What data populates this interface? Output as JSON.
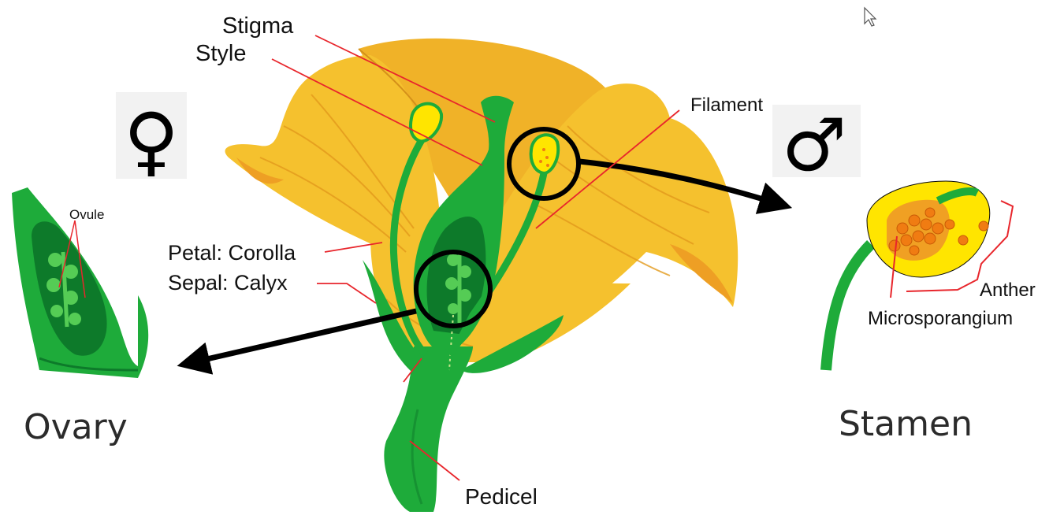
{
  "labels": {
    "stigma": "Stigma",
    "style": "Style",
    "filament": "Filament",
    "petal": "Petal: Corolla",
    "sepal": "Sepal: Calyx",
    "ovule": "Ovule",
    "anther": "Anther",
    "microsporangium": "Microsporangium",
    "pedicel": "Pedicel",
    "ovary": "Ovary",
    "stamen": "Stamen"
  },
  "symbols": {
    "female": "♀",
    "male": "♂"
  },
  "colors": {
    "petal_yellow": "#f5c12e",
    "petal_orange": "#f0a023",
    "green": "#1eab3a",
    "dark_green": "#0d7a2a",
    "light_green": "#55cc55",
    "leader_red": "#e8262c",
    "pollen_orange": "#f07c12",
    "anther_yellow": "#ffe500"
  },
  "icons": [
    "female-symbol-icon",
    "male-symbol-icon",
    "cursor-icon",
    "arrow-to-ovary-icon",
    "arrow-to-stamen-icon"
  ]
}
